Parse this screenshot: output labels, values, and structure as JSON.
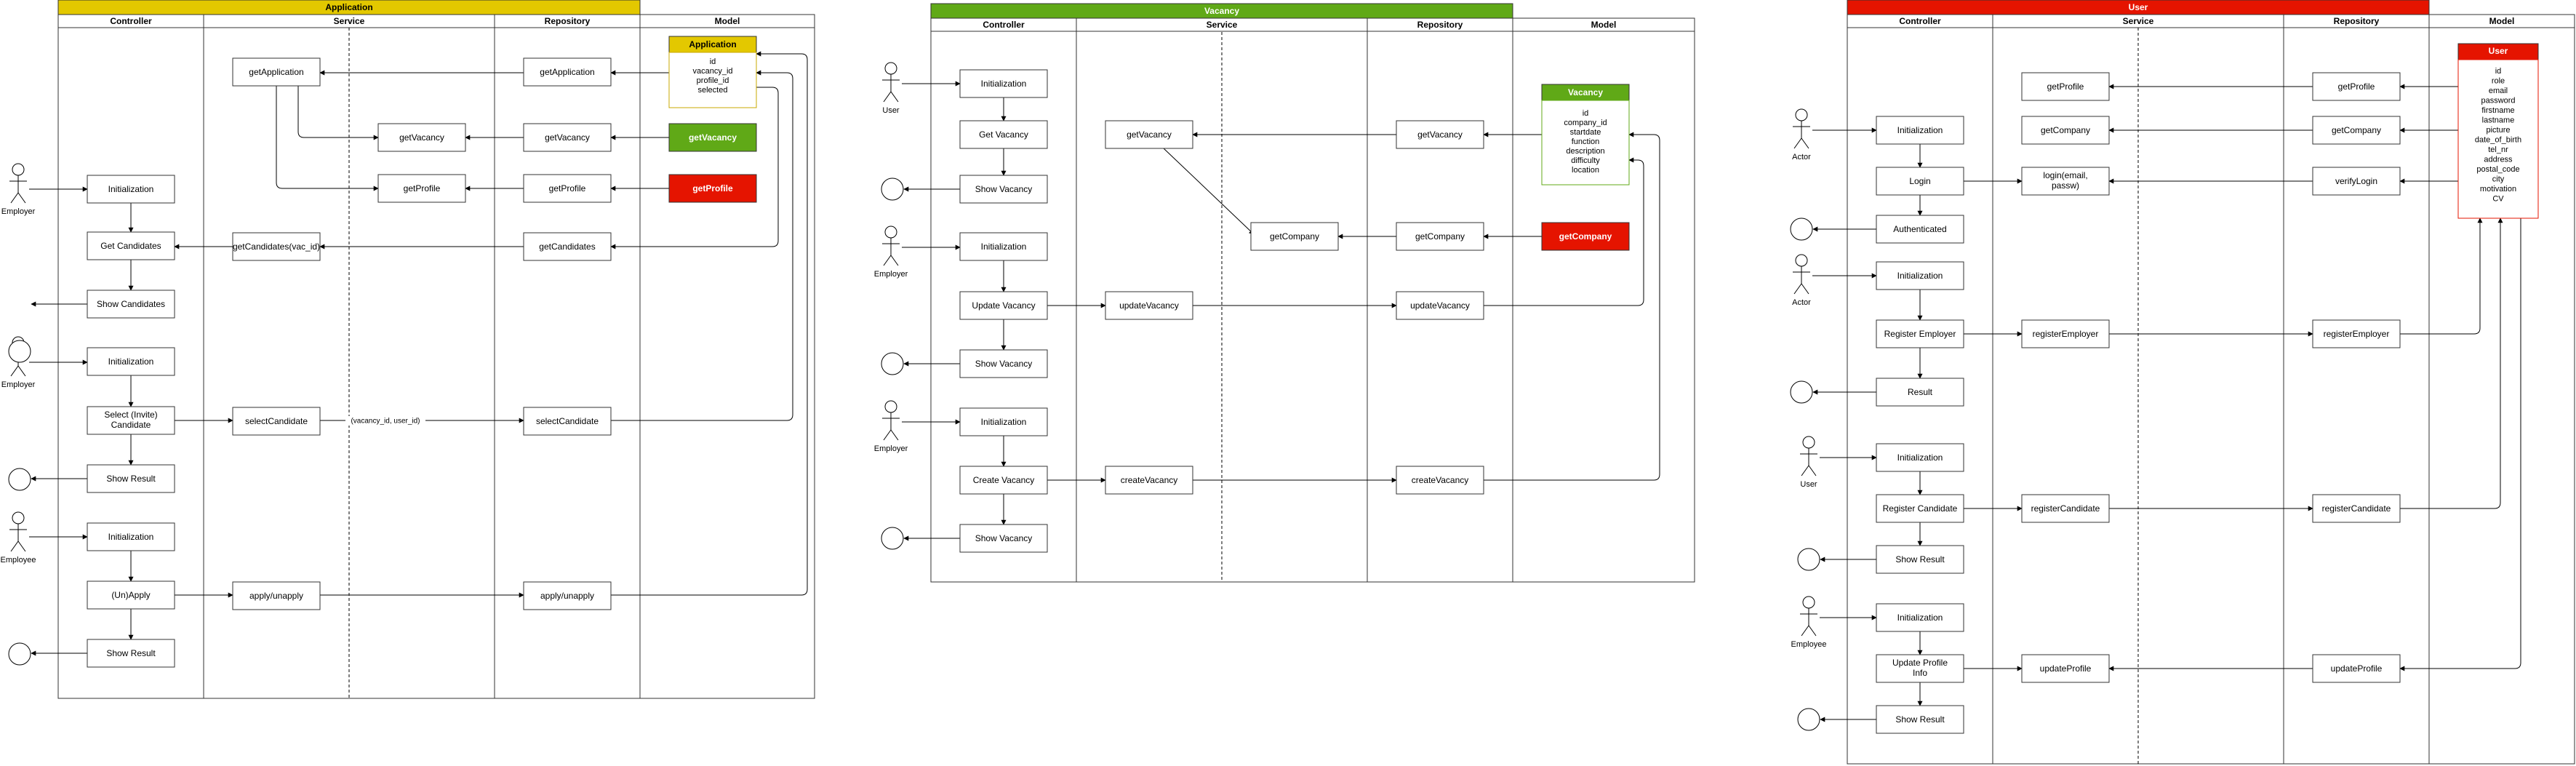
{
  "colors": {
    "application": "#e3c800",
    "vacancy": "#60a917",
    "user": "#e51400",
    "profile": "#e51400",
    "company": "#e51400",
    "line": "#000000",
    "box_border": "#333333"
  },
  "lanes": [
    "Controller",
    "Service",
    "Repository",
    "Model"
  ],
  "app": {
    "title": "Application",
    "actors": [
      "Employer",
      "Employer",
      "Employee"
    ],
    "controller": [
      "Initialization",
      "Get Candidates",
      "Show Candidates",
      "Initialization",
      "Select (Invite) Candidate",
      "Show Result",
      "Initialization",
      "(Un)Apply",
      "Show Result"
    ],
    "service": [
      "getApplication",
      "getVacancy",
      "getProfile",
      "getCandidates(vac_id)",
      "selectCandidate",
      "apply/unapply"
    ],
    "service_note": "(vacancy_id, user_id)",
    "repository": [
      "getApplication",
      "getVacancy",
      "getProfile",
      "getCandidates",
      "selectCandidate",
      "apply/unapply"
    ],
    "model": {
      "title": "Application",
      "fields": [
        "id",
        "vacancy_id",
        "profile_id",
        "selected"
      ],
      "getVacancy": "getVacancy",
      "getProfile": "getProfile"
    }
  },
  "vac": {
    "title": "Vacancy",
    "actors": [
      "User",
      "Employer",
      "Employer"
    ],
    "controller": [
      "Initialization",
      "Get Vacancy",
      "Show Vacancy",
      "Initialization",
      "Update Vacancy",
      "Show Vacancy",
      "Initialization",
      "Create Vacancy",
      "Show Vacancy"
    ],
    "service": [
      "getVacancy",
      "getCompany",
      "updateVacancy",
      "createVacancy"
    ],
    "repository": [
      "getVacancy",
      "getCompany",
      "updateVacancy",
      "createVacancy"
    ],
    "model": {
      "title": "Vacancy",
      "fields": [
        "id",
        "company_id",
        "startdate",
        "function",
        "description",
        "difficulty",
        "location"
      ],
      "getCompany": "getCompany"
    }
  },
  "usr": {
    "title": "User",
    "actors": [
      "Actor",
      "Actor",
      "User",
      "Employee"
    ],
    "controller": [
      "Initialization",
      "Login",
      "Authenticated",
      "Initialization",
      "Register Employer",
      "Result",
      "Initialization",
      "Register Candidate",
      "Show Result",
      "Initialization",
      "Update Profile Info",
      "Show Result"
    ],
    "service": [
      "getProfile",
      "getCompany",
      "login(email, passw)",
      "registerEmployer",
      "registerCandidate",
      "updateProfile"
    ],
    "repository": [
      "getProfile",
      "getCompany",
      "verifyLogin",
      "registerEmployer",
      "registerCandidate",
      "updateProfile"
    ],
    "model": {
      "title": "User",
      "fields": [
        "id",
        "role",
        "email",
        "password",
        "firstname",
        "lastname",
        "picture",
        "date_of_birth",
        "tel_nr",
        "address",
        "postal_code",
        "city",
        "motivation",
        "CV"
      ]
    }
  }
}
